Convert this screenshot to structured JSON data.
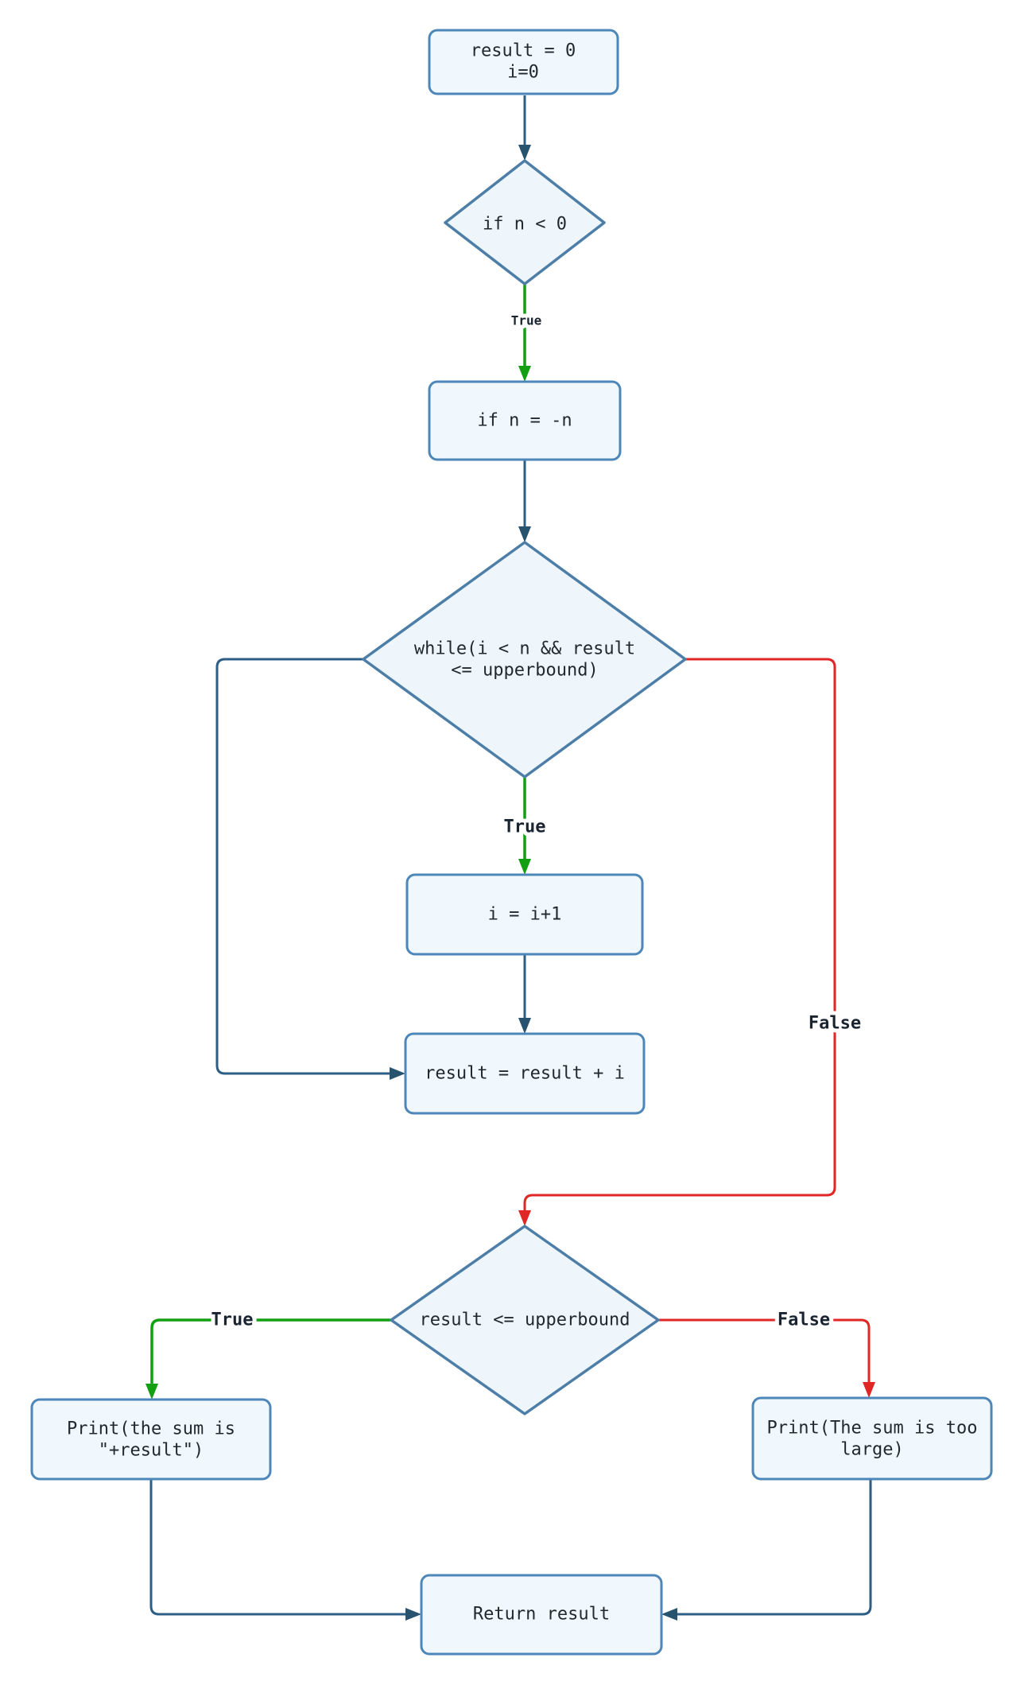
{
  "nodes": {
    "start": {
      "lines": [
        "result = 0",
        "i=0"
      ]
    },
    "if_negative": {
      "label": "if n < 0"
    },
    "negate": {
      "label": "if n = -n"
    },
    "while_loop": {
      "lines": [
        "while(i < n && result",
        "<= upperbound)"
      ]
    },
    "increment": {
      "label": "i = i+1"
    },
    "accumulate": {
      "label": "result = result + i"
    },
    "check_upperbound": {
      "label": "result <= upperbound"
    },
    "print_sum": {
      "lines": [
        "Print(the sum is",
        "\"+result\")"
      ]
    },
    "print_too_large": {
      "lines": [
        "Print(The sum is too",
        "large)"
      ]
    },
    "return_result": {
      "label": "Return result"
    }
  },
  "edge_labels": {
    "true_if_negative": "True",
    "true_while": "True",
    "false_while": "False",
    "true_check_upperbound": "True",
    "false_check_upperbound": "False"
  },
  "colors": {
    "background": "#ffffff",
    "box_fill": "#f0f8fd",
    "box_border": "#4d86b8",
    "diamond_fill": "#eef6fb",
    "diamond_border": "#4d7ea8",
    "flow_line": "#2d5f86",
    "arrowhead": "#27536f",
    "true_color": "#12a012",
    "false_color": "#e12626",
    "node_text": "#212830",
    "label_text": "#1a2430"
  }
}
